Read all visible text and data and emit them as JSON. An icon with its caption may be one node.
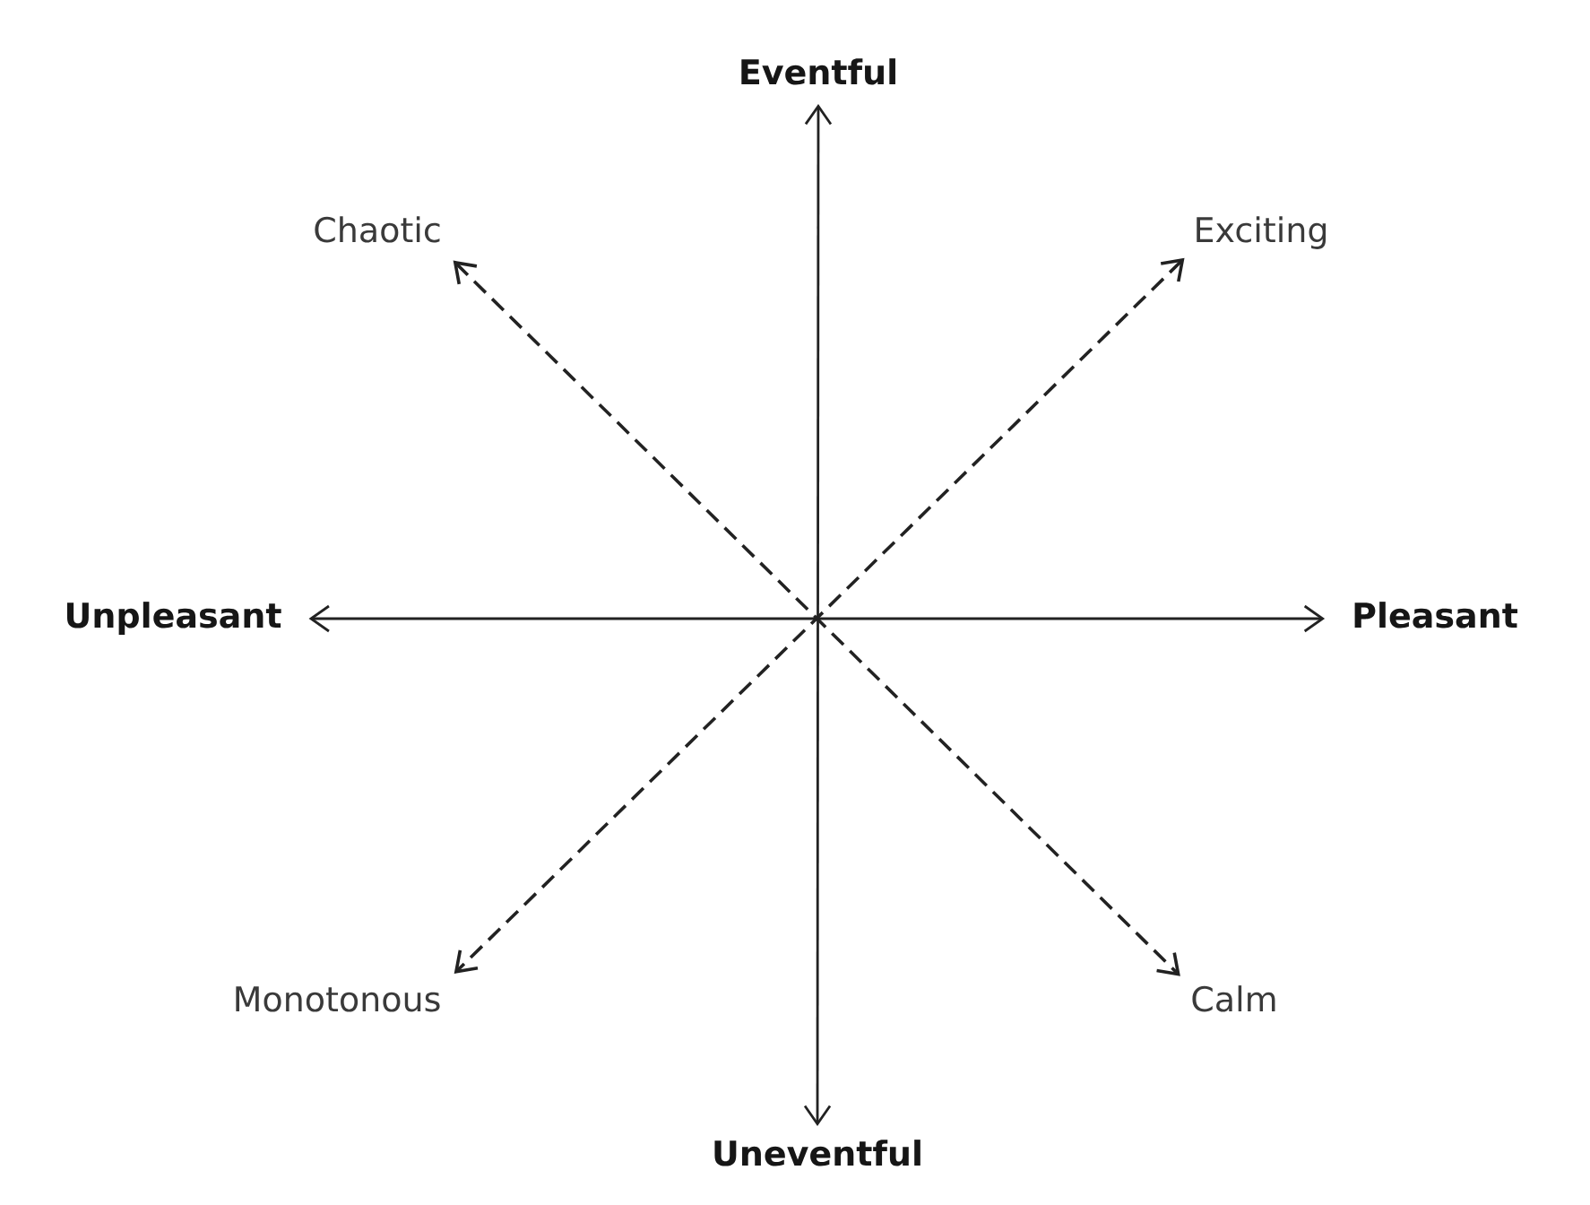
{
  "diagram": {
    "nodes": [
      {
        "text": [
          "Eventful"
        ]
      },
      {
        "text": [
          "Chaotic"
        ]
      },
      {
        "text": [
          "Exciting"
        ]
      },
      {
        "text": [
          "Unpleasant"
        ]
      },
      {
        "text": [
          "Pleasant"
        ]
      },
      {
        "text": [
          "Monotonous"
        ]
      },
      {
        "text": [
          "Calm"
        ]
      },
      {
        "text": [
          "Uneventful"
        ]
      }
    ],
    "edges": [
      {
        "from": 0,
        "to": 7,
        "arrow": "both"
      },
      {
        "from": 3,
        "to": 4,
        "arrow": "both"
      },
      {
        "from": 1,
        "to": 6,
        "arrow": "both",
        "style": "dashed"
      },
      {
        "from": 2,
        "to": 5,
        "arrow": "both",
        "style": "dashed"
      }
    ]
  }
}
